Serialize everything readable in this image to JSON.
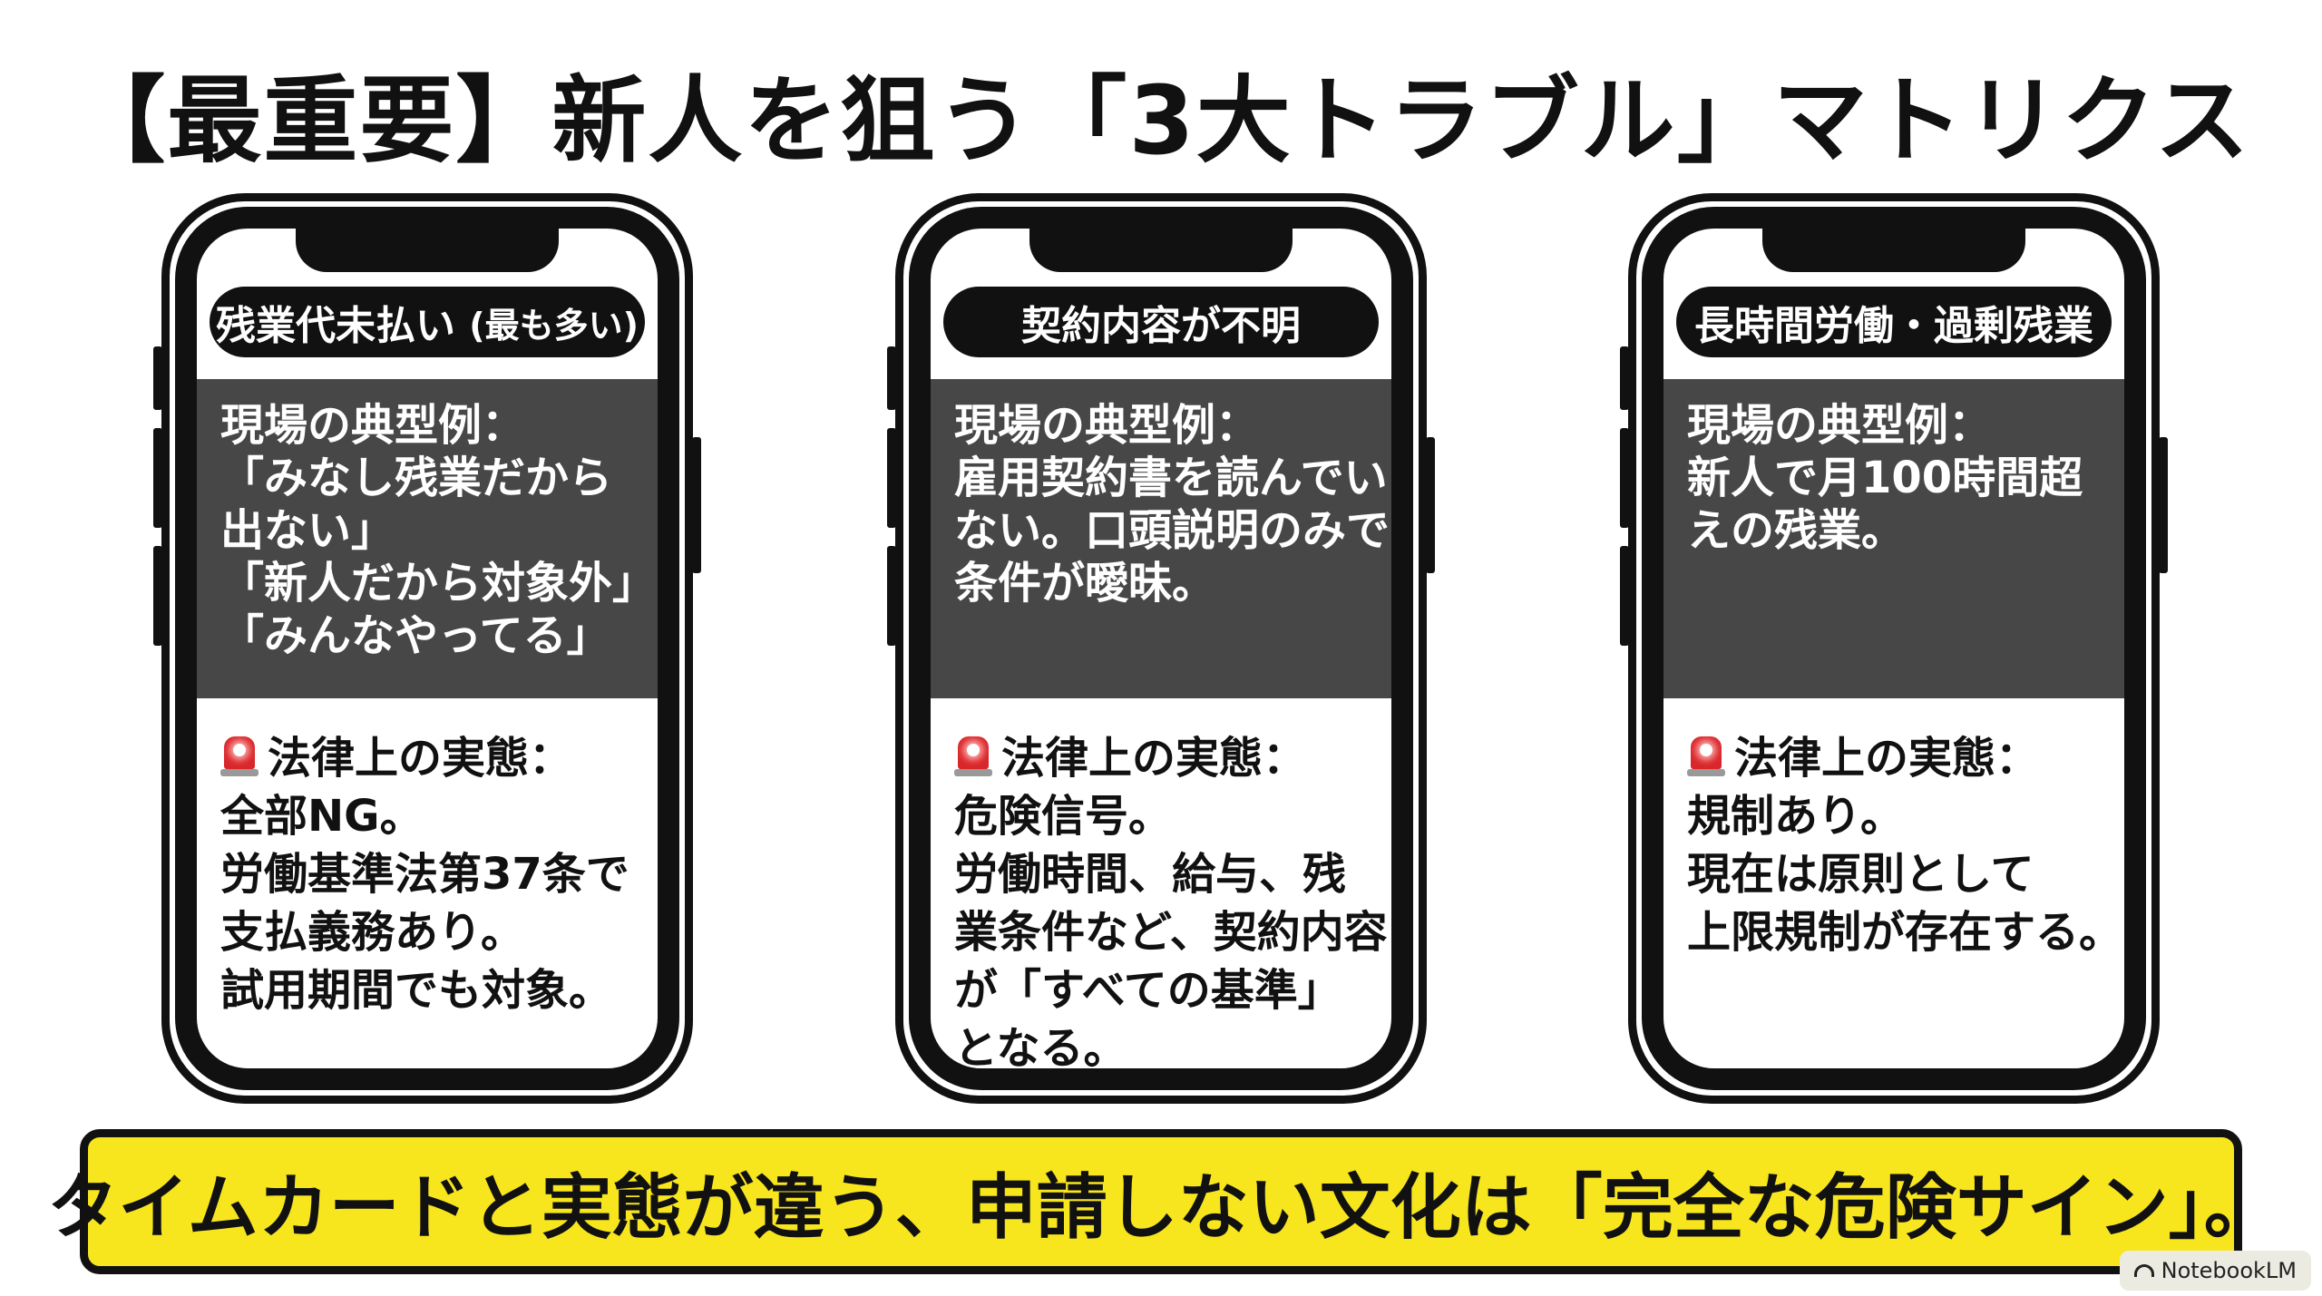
{
  "title": "【最重要】新人を狙う「3大トラブル」マトリクス",
  "cards": [
    {
      "header": "残業代未払い",
      "header_note": "(最も多い)",
      "example_lines": [
        "現場の典型例：",
        "「みなし残業だから",
        "出ない」",
        "「新人だから対象外」",
        "「みんなやってる」"
      ],
      "law_heading": "法律上の実態：",
      "law_lines": [
        "全部NG。",
        "労働基準法第37条で",
        "支払義務あり。",
        "試用期間でも対象。"
      ]
    },
    {
      "header": "契約内容が不明",
      "header_note": "",
      "example_lines": [
        "現場の典型例：",
        "雇用契約書を読んでい",
        "ない。口頭説明のみで",
        "条件が曖昧。"
      ],
      "law_heading": "法律上の実態：",
      "law_lines": [
        "危険信号。",
        "労働時間、給与、残",
        "業条件など、契約内容",
        "が「すべての基準」",
        "となる。"
      ]
    },
    {
      "header": "長時間労働・過剰残業",
      "header_note": "",
      "example_lines": [
        "現場の典型例：",
        "新人で月100時間超",
        "えの残業。"
      ],
      "law_heading": "法律上の実態：",
      "law_lines": [
        "規制あり。",
        "現在は原則として",
        "上限規制が存在する。"
      ]
    }
  ],
  "icons": {
    "law": "police-siren-icon"
  },
  "banner": "タイムカードと実態が違う、申請しない文化は「完全な危険サイン」。",
  "watermark": "NotebookLM",
  "colors": {
    "banner": "#f7e51e",
    "panel": "#474747",
    "siren": "#d9262a"
  }
}
